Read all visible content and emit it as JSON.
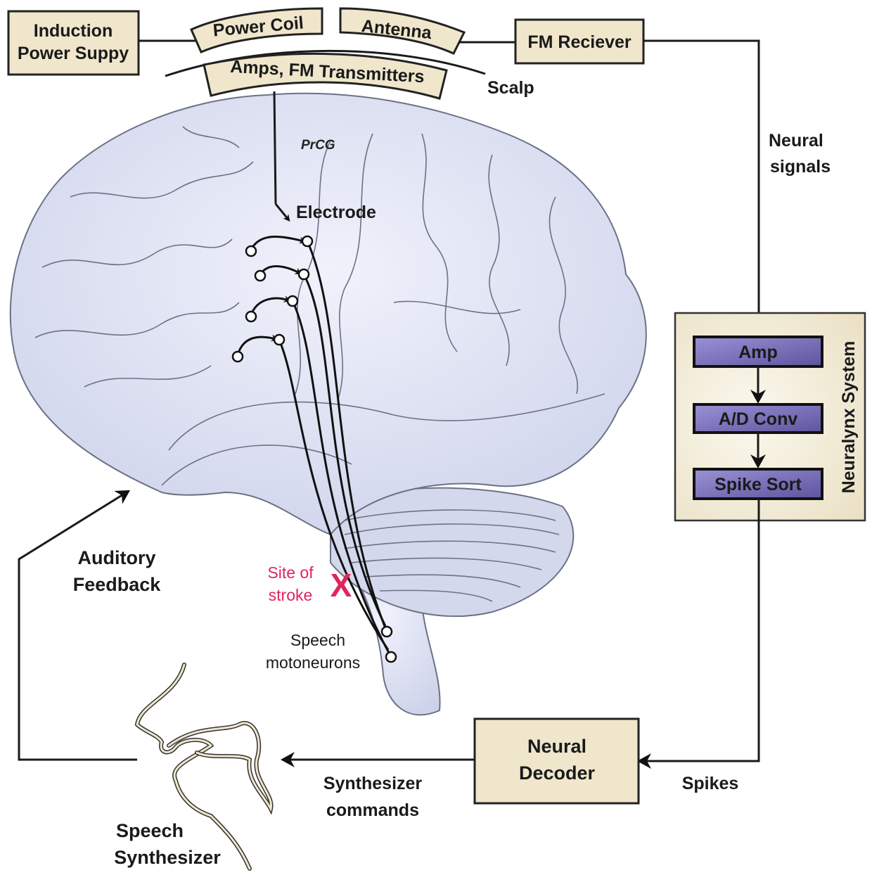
{
  "labels": {
    "induction_power_supply": [
      "Induction",
      "Power Suppy"
    ],
    "power_coil": "Power Coil",
    "antenna": "Antenna",
    "amps_fm_transmitters": "Amps, FM Transmitters",
    "scalp": "Scalp",
    "fm_receiver": "FM Reciever",
    "neural_signals": [
      "Neural",
      "signals"
    ],
    "prcg": "PrCG",
    "electrode": "Electrode",
    "neuralynx_system": "Neuralynx System",
    "amp": "Amp",
    "ad_conv": "A/D Conv",
    "spike_sort": "Spike Sort",
    "auditory_feedback": [
      "Auditory",
      "Feedback"
    ],
    "site_of_stroke": [
      "Site of",
      "stroke"
    ],
    "stroke_mark": "X",
    "speech_motoneurons": [
      "Speech",
      "motoneurons"
    ],
    "neural_decoder": [
      "Neural",
      "Decoder"
    ],
    "spikes": "Spikes",
    "synthesizer_commands": [
      "Synthesizer",
      "commands"
    ],
    "speech_synthesizer": [
      "Speech",
      "Synthesizer"
    ]
  },
  "colors": {
    "box_fill": "#efe6cc",
    "processor_fill": "#7a70b8",
    "brain_fill": "#dde1f1",
    "stroke_red": "#e0245e"
  }
}
